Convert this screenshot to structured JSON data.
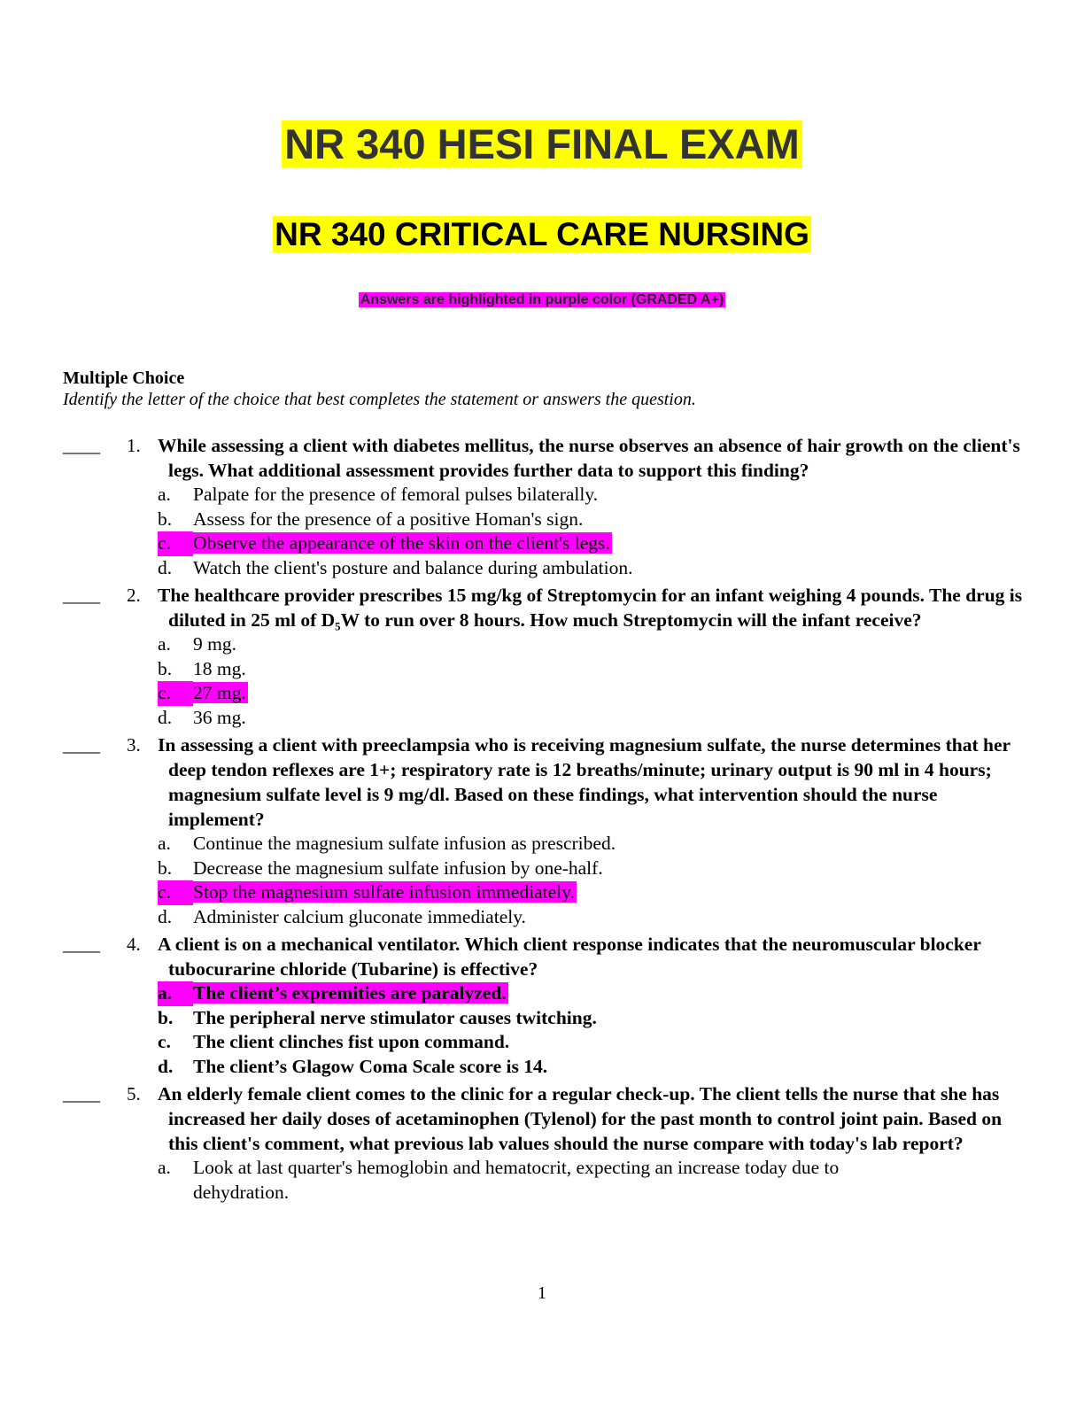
{
  "header": {
    "title": "NR 340 HESI FINAL EXAM",
    "subtitle": "NR 340 CRITICAL CARE NURSING",
    "note": "Answers are highlighted in purple color (GRADED A+)"
  },
  "section": {
    "heading": "Multiple Choice",
    "instructions": "Identify the letter of the choice that best completes the statement or answers the question."
  },
  "questions": [
    {
      "blank": "____",
      "number": "1.",
      "stem": "While assessing a client with diabetes mellitus, the nurse observes an absence of hair growth on the client's legs. What additional assessment provides further data to support this finding?",
      "choices": [
        {
          "letter": "a.",
          "text": "Palpate for the presence of femoral pulses bilaterally."
        },
        {
          "letter": "b.",
          "text": "Assess for the presence of a positive Homan's sign."
        },
        {
          "letter": "c.",
          "text": "Observe the appearance of the skin on the client's legs."
        },
        {
          "letter": "d.",
          "text": "Watch the client's posture and balance during ambulation."
        }
      ],
      "answer_index": 2
    },
    {
      "blank": "____",
      "number": "2.",
      "stem": "The healthcare provider prescribes 15 mg/kg of Streptomycin for an infant weighing 4 pounds. The drug is diluted in 25 ml of D₅W to run over 8 hours. How much Streptomycin will the infant receive?",
      "choices": [
        {
          "letter": "a.",
          "text": "9 mg."
        },
        {
          "letter": "b.",
          "text": "18 mg."
        },
        {
          "letter": "c.",
          "text": "27 mg."
        },
        {
          "letter": "d.",
          "text": "36 mg."
        }
      ],
      "answer_index": 2
    },
    {
      "blank": "____",
      "number": "3.",
      "stem": "In assessing a client with preeclampsia who is receiving magnesium sulfate, the nurse determines that her deep tendon reflexes are 1+; respiratory rate is 12 breaths/minute; urinary output is 90 ml in 4 hours; magnesium sulfate level is 9 mg/dl. Based on these findings, what intervention should the nurse implement?",
      "choices": [
        {
          "letter": "a.",
          "text": "Continue the magnesium sulfate infusion as prescribed."
        },
        {
          "letter": "b.",
          "text": "Decrease the magnesium sulfate infusion by one-half."
        },
        {
          "letter": "c.",
          "text": "Stop the magnesium sulfate infusion immediately."
        },
        {
          "letter": "d.",
          "text": "Administer calcium gluconate immediately."
        }
      ],
      "answer_index": 2
    },
    {
      "blank": "____",
      "number": "4.",
      "stem": "A client is on a mechanical ventilator. Which client response indicates that the neuromuscular blocker tubocurarine chloride (Tubarine) is effective?",
      "choices": [
        {
          "letter": "a.",
          "text": "The client’s expremities are paralyzed."
        },
        {
          "letter": "b.",
          "text": "The peripheral nerve stimulator causes twitching."
        },
        {
          "letter": "c.",
          "text": "The client clinches fist upon command."
        },
        {
          "letter": "d.",
          "text": "The client’s Glagow Coma Scale score is 14."
        }
      ],
      "answer_index": 0,
      "bold_choices": true
    },
    {
      "blank": "____",
      "number": "5.",
      "stem": "An elderly female client comes to the clinic for a regular check-up. The client tells the nurse that she has increased her daily doses of acetaminophen (Tylenol) for the past month to control joint pain. Based on this client's comment, what previous lab values should the nurse compare with today's lab report?",
      "choices": [
        {
          "letter": "a.",
          "text": "Look at last quarter's hemoglobin and hematocrit, expecting an increase today due to dehydration."
        }
      ],
      "answer_index": -1
    }
  ],
  "page_number": "1",
  "colors": {
    "title_highlight": "#ffff00",
    "answer_highlight": "#ff00ff"
  }
}
